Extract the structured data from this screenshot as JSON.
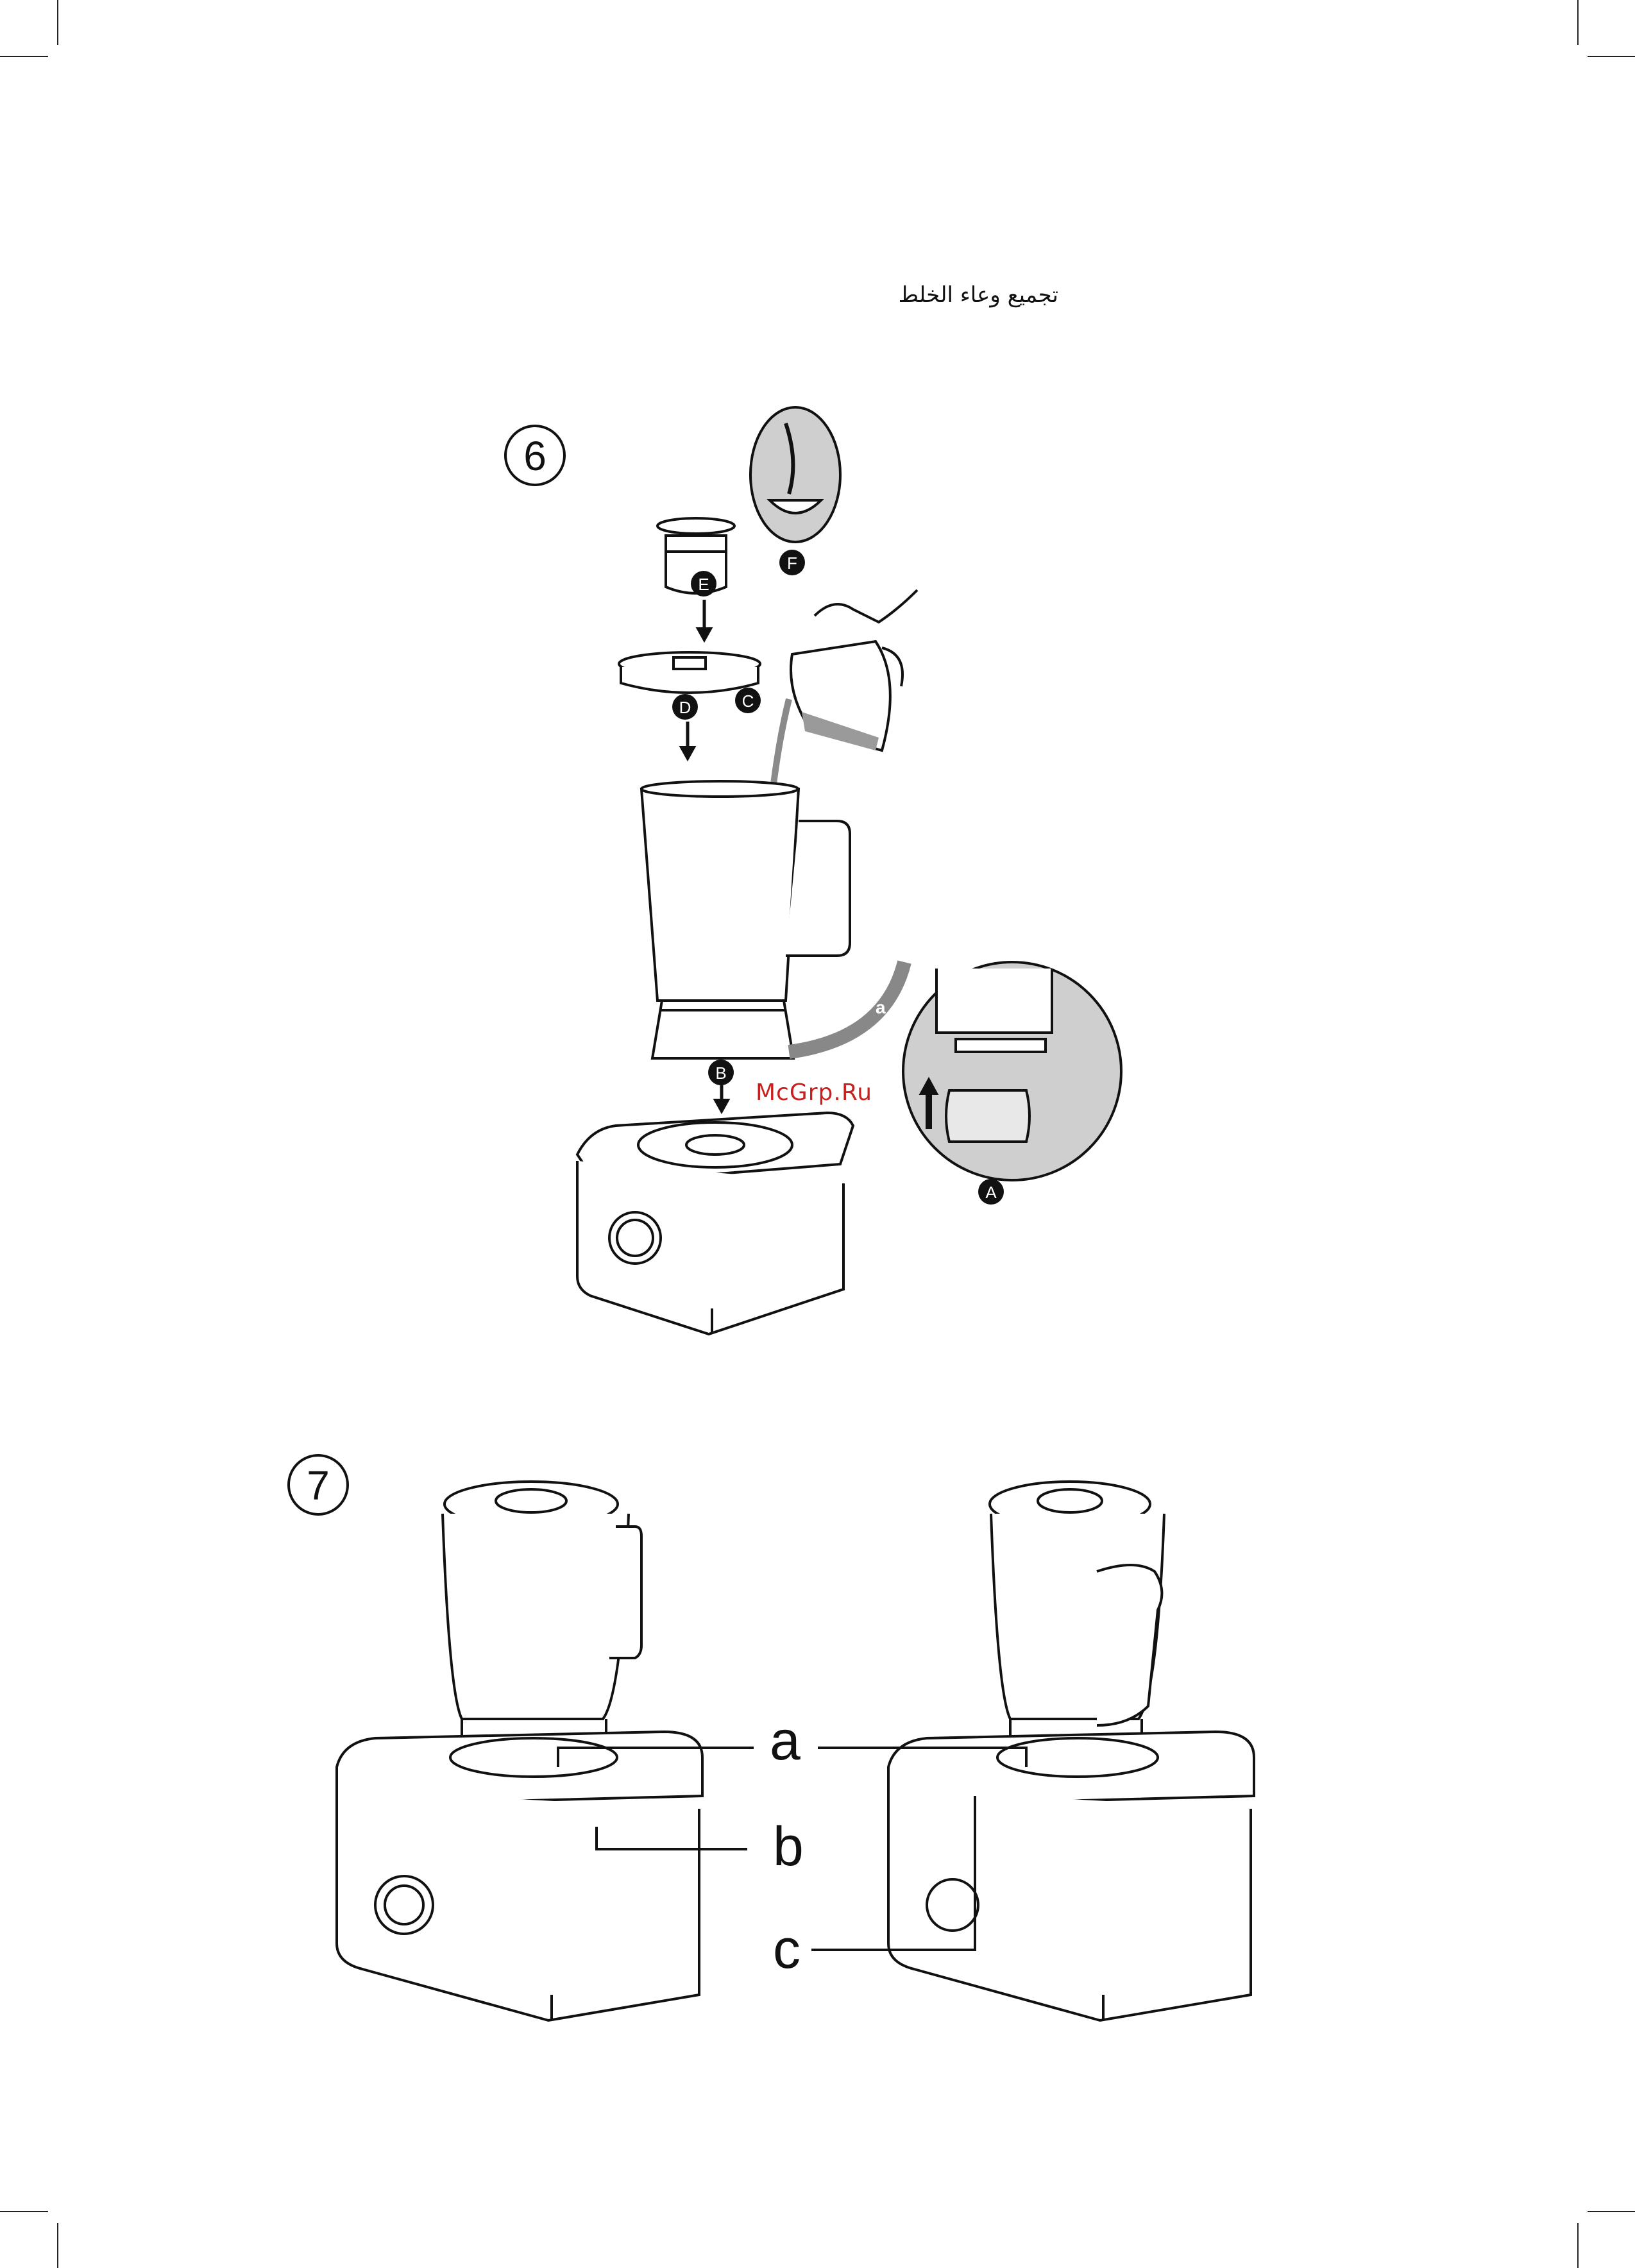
{
  "heading": "تجميع وعاء الخلط",
  "watermark": "McGrp.Ru",
  "steps": {
    "six": {
      "number": "6",
      "markers": [
        "A",
        "B",
        "C",
        "D",
        "E",
        "F"
      ],
      "inset_letters": [
        "a",
        "a"
      ]
    },
    "seven": {
      "number": "7",
      "labels": {
        "a": "a",
        "b": "b",
        "c": "c"
      }
    }
  }
}
